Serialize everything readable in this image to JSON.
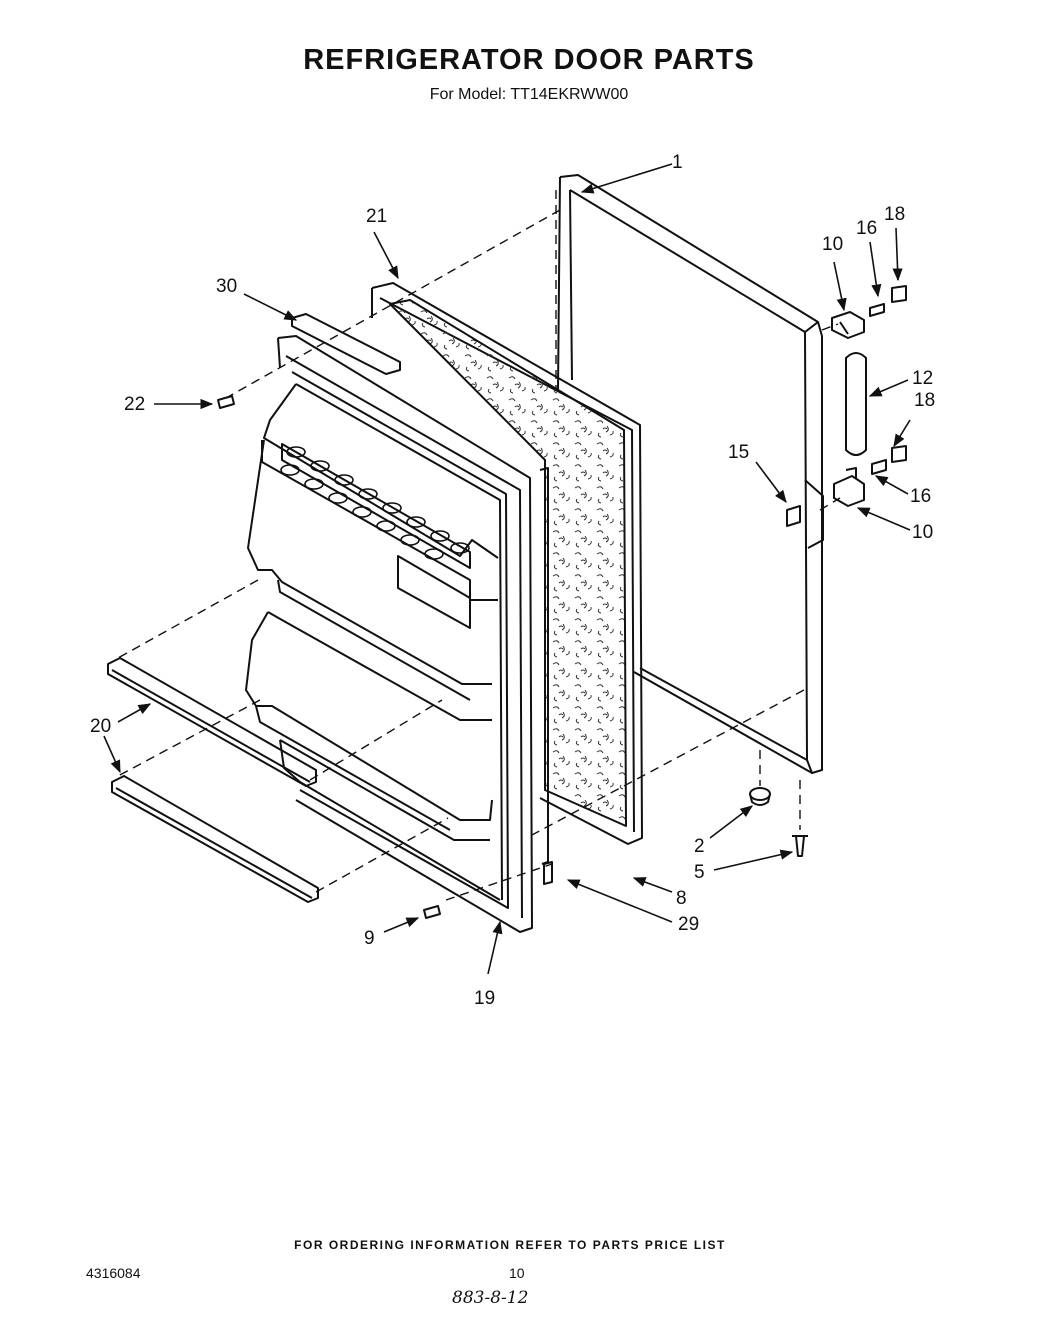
{
  "header": {
    "title": "REFRIGERATOR DOOR PARTS",
    "model_line": "For Model: TT14EKRWW00"
  },
  "callouts": {
    "c1": "1",
    "c21": "21",
    "c30": "30",
    "c22": "22",
    "c10a": "10",
    "c16a": "16",
    "c18a": "18",
    "c12": "12",
    "c18b": "18",
    "c15": "15",
    "c16b": "16",
    "c10b": "10",
    "c20": "20",
    "c2": "2",
    "c5": "5",
    "c8": "8",
    "c29": "29",
    "c9": "9",
    "c19": "19"
  },
  "footer": {
    "ordering_note": "FOR ORDERING INFORMATION REFER TO PARTS PRICE LIST",
    "doc_number": "4316084",
    "page_number": "10",
    "handwritten_note": "883-8-12"
  }
}
